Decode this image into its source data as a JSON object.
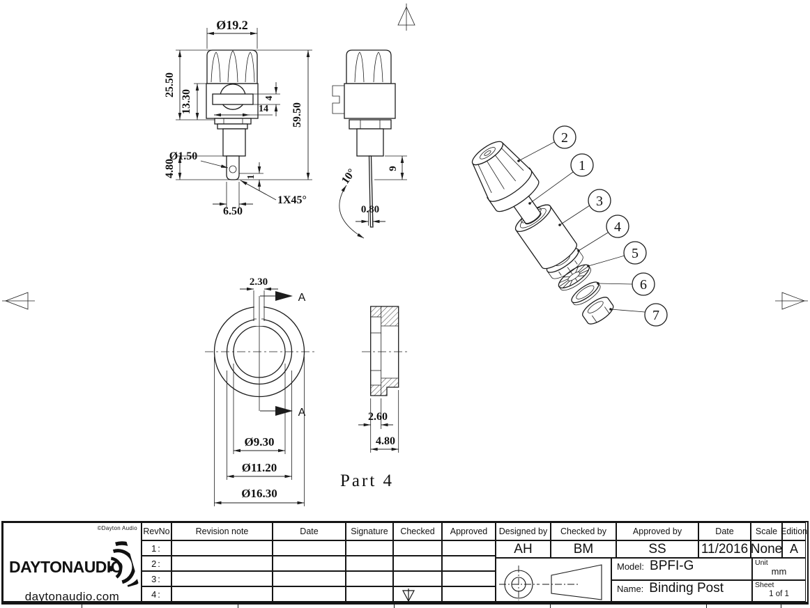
{
  "views": {
    "front": {
      "dia": "Ø19.2",
      "cap_h": "25.50",
      "mid_h": "13.30",
      "total_h": "59.50",
      "bar_h": "4",
      "bar_w": "14",
      "hole": "Ø1.50",
      "pin_len": "4.80",
      "chamfer_h": "1",
      "chamfer": "1X45°",
      "pin_w": "6.50"
    },
    "side": {
      "angle": "10°",
      "tab_len": "9",
      "tab_w": "0.80"
    },
    "exploded": {
      "b1": "1",
      "b2": "2",
      "b3": "3",
      "b4": "4",
      "b5": "5",
      "b6": "6",
      "b7": "7"
    },
    "bottom": {
      "slot_w": "2.30",
      "section_label": "A",
      "dia_inner": "Ø9.30",
      "dia_mid": "Ø11.20",
      "dia_outer": "Ø16.30"
    },
    "section": {
      "wall": "2.60",
      "width": "4.80",
      "caption": "Part 4"
    }
  },
  "title_block": {
    "logo": {
      "copyright": "©Dayton Audio",
      "brand": "DAYTONAUDIO",
      "website": "daytonaudio.com"
    },
    "headers": {
      "rev_no": "RevNo",
      "revision_note": "Revision note",
      "date": "Date",
      "signature": "Signature",
      "checked": "Checked",
      "approved": "Approved"
    },
    "rev_rows": [
      "1:",
      "2:",
      "3:",
      "4:"
    ],
    "info": {
      "designed_by_label": "Designed by",
      "designed_by": "AH",
      "checked_by_label": "Checked by",
      "checked_by": "BM",
      "approved_by_label": "Approved by",
      "approved_by": "SS",
      "date_label": "Date",
      "date": "11/2016",
      "scale_label": "Scale",
      "scale": "None",
      "edition_label": "Edition",
      "edition": "A",
      "model_label": "Model:",
      "model": "BPFI-G",
      "name_label": "Name:",
      "name": "Binding Post",
      "unit_label": "Unit",
      "unit": "mm",
      "sheet_label": "Sheet",
      "sheet": "1 of 1"
    }
  }
}
